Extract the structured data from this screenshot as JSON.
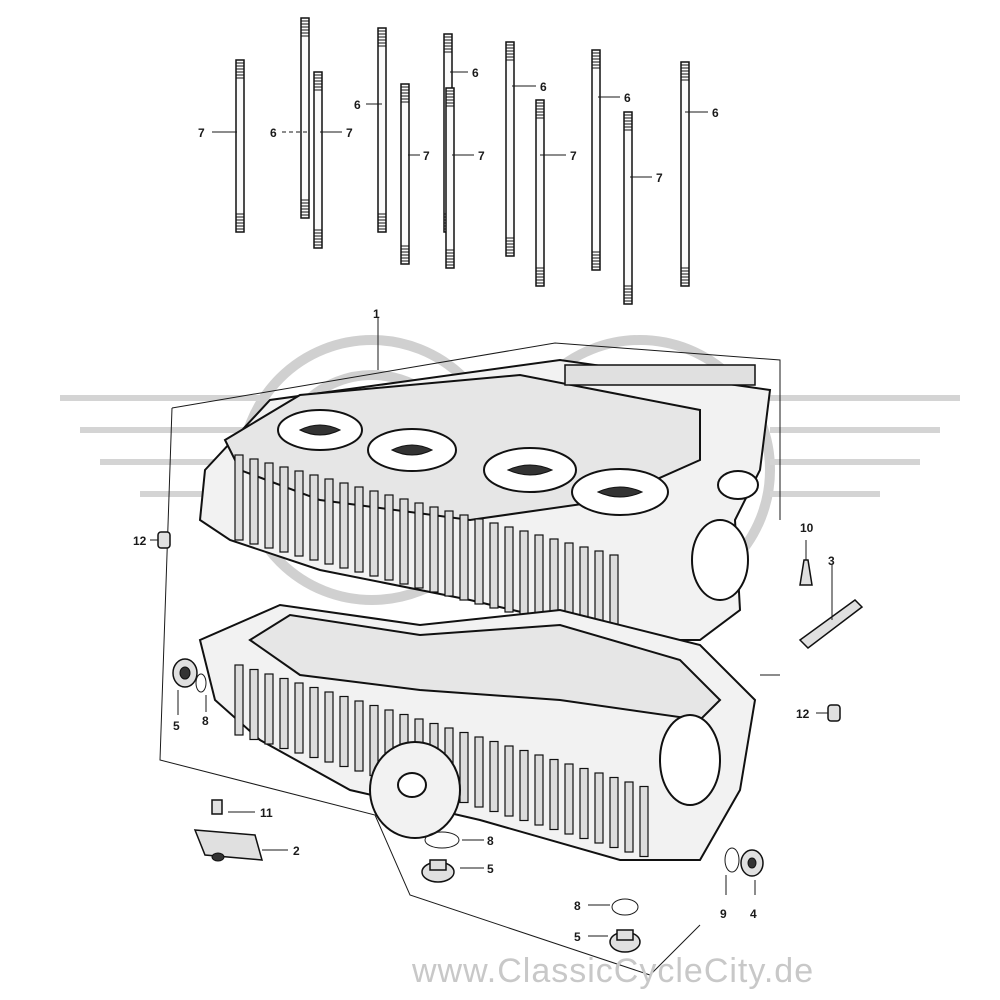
{
  "labels": {
    "stud_6": "6",
    "stud_7": "7",
    "crankcase_1": "1",
    "part_2": "2",
    "part_3": "3",
    "part_4": "4",
    "part_5": "5",
    "part_8": "8",
    "part_9": "9",
    "part_10": "10",
    "part_11": "11",
    "part_12": "12"
  },
  "watermark": "www.ClassicCycleCity.de",
  "colors": {
    "ink": "#1a1a1a",
    "watermark": "#c8c8c8",
    "paper": "#ffffff"
  }
}
